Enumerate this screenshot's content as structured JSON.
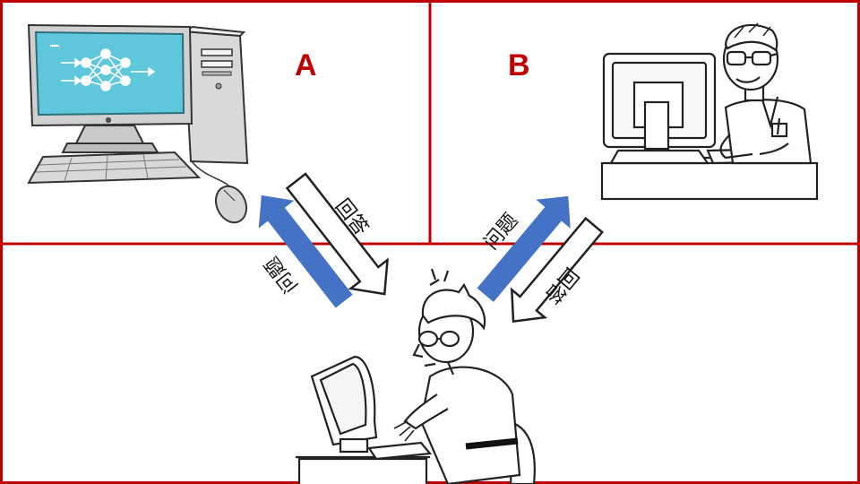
{
  "panels": {
    "a": {
      "label": "A"
    },
    "b": {
      "label": "B"
    }
  },
  "arrows": {
    "a_answer": {
      "text": "回答"
    },
    "a_question": {
      "text": "问题"
    },
    "b_question": {
      "text": "问题"
    },
    "b_answer": {
      "text": "回答"
    }
  },
  "colors": {
    "divider": "#c00000",
    "label": "#c00000",
    "question_arrow": "#4472c4",
    "answer_arrow": "#ffffff",
    "screen": "#5fc7dc"
  },
  "icons": {
    "computer": "desktop-computer-icon",
    "human_b": "person-at-computer-icon",
    "interrogator": "person-typing-icon"
  }
}
